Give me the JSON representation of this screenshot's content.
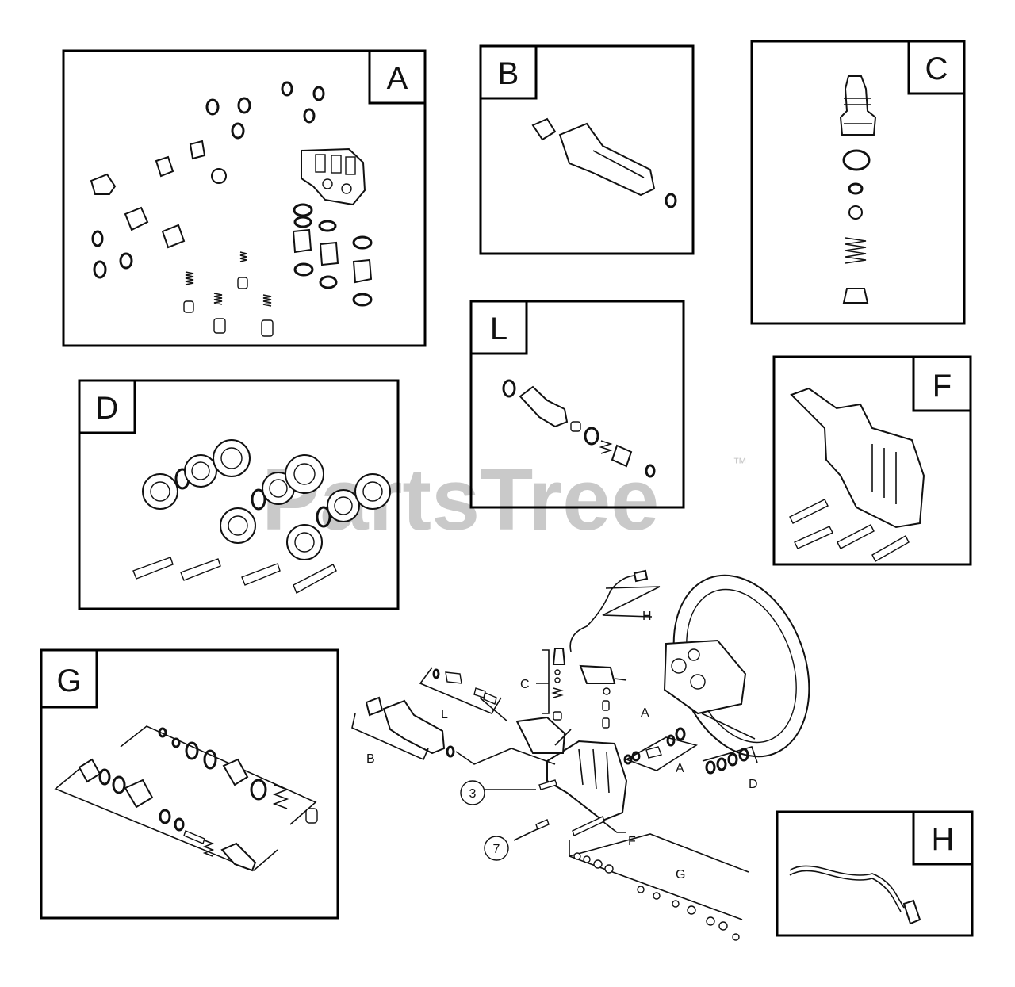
{
  "watermark": {
    "brand": "PartsTree",
    "trademark": "™"
  },
  "panels": [
    {
      "id": "A",
      "label": "A"
    },
    {
      "id": "B",
      "label": "B"
    },
    {
      "id": "C",
      "label": "C"
    },
    {
      "id": "D",
      "label": "D"
    },
    {
      "id": "L",
      "label": "L"
    },
    {
      "id": "F",
      "label": "F"
    },
    {
      "id": "G",
      "label": "G"
    },
    {
      "id": "H",
      "label": "H"
    }
  ],
  "assembly_callouts": {
    "H": "H",
    "C": "C",
    "A_top": "A",
    "L": "L",
    "B": "B",
    "A_side": "A",
    "D": "D",
    "F": "F",
    "G": "G",
    "circle_3": "3",
    "circle_7": "7"
  }
}
